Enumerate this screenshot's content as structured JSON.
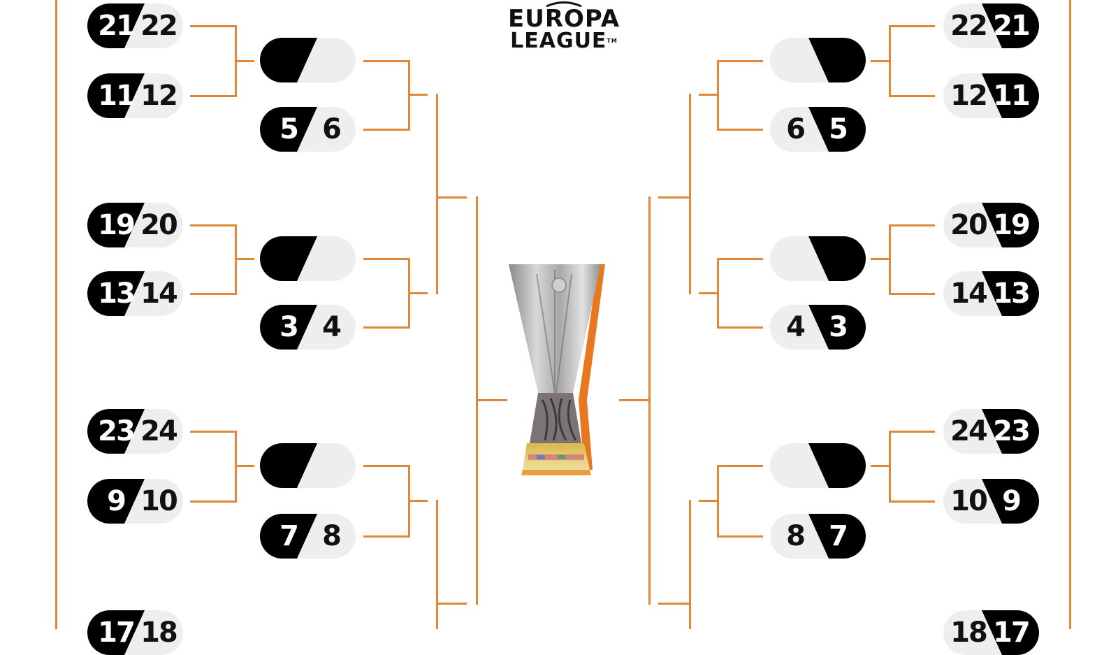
{
  "header": {
    "logo_line1": "EUROPA",
    "logo_line2": "LEAGUE",
    "logo_tm": "TM"
  },
  "colors": {
    "bracket_line": "#e0883a",
    "pill_dark": "#000000",
    "pill_light": "#eeeeee",
    "background": "#ffffff"
  },
  "left": {
    "round1": [
      {
        "seed_dark": "21",
        "seed_light": "22"
      },
      {
        "seed_dark": "11",
        "seed_light": "12"
      },
      {
        "seed_dark": "19",
        "seed_light": "20"
      },
      {
        "seed_dark": "13",
        "seed_light": "14"
      },
      {
        "seed_dark": "23",
        "seed_light": "24"
      },
      {
        "seed_dark": "9",
        "seed_light": "10"
      },
      {
        "seed_dark": "17",
        "seed_light": "18"
      }
    ],
    "round2": [
      {
        "seed_dark": "",
        "seed_light": ""
      },
      {
        "seed_dark": "5",
        "seed_light": "6"
      },
      {
        "seed_dark": "",
        "seed_light": ""
      },
      {
        "seed_dark": "3",
        "seed_light": "4"
      },
      {
        "seed_dark": "",
        "seed_light": ""
      },
      {
        "seed_dark": "7",
        "seed_light": "8"
      }
    ]
  },
  "right": {
    "round1": [
      {
        "seed_light": "22",
        "seed_dark": "21"
      },
      {
        "seed_light": "12",
        "seed_dark": "11"
      },
      {
        "seed_light": "20",
        "seed_dark": "19"
      },
      {
        "seed_light": "14",
        "seed_dark": "13"
      },
      {
        "seed_light": "24",
        "seed_dark": "23"
      },
      {
        "seed_light": "10",
        "seed_dark": "9"
      },
      {
        "seed_light": "18",
        "seed_dark": "17"
      }
    ],
    "round2": [
      {
        "seed_light": "",
        "seed_dark": ""
      },
      {
        "seed_light": "6",
        "seed_dark": "5"
      },
      {
        "seed_light": "",
        "seed_dark": ""
      },
      {
        "seed_light": "4",
        "seed_dark": "3"
      },
      {
        "seed_light": "",
        "seed_dark": ""
      },
      {
        "seed_light": "8",
        "seed_dark": "7"
      }
    ]
  },
  "center": {
    "trophy": "europa-league-trophy"
  }
}
